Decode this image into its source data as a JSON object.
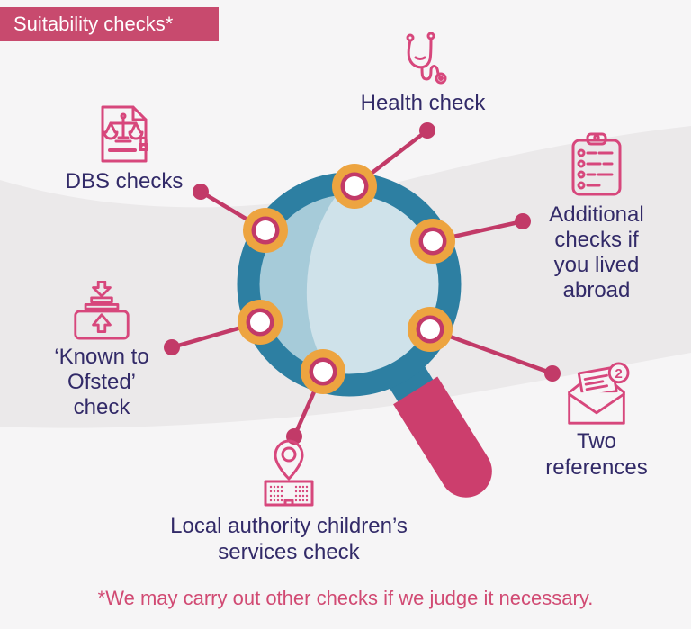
{
  "title": {
    "label": "Suitability checks*"
  },
  "checks": [
    {
      "id": "health",
      "label": "Health check",
      "icon": "stethoscope-icon"
    },
    {
      "id": "dbs",
      "label": "DBS checks",
      "icon": "document-scales-icon"
    },
    {
      "id": "abroad",
      "label": "Additional\nchecks if\nyou lived\nabroad",
      "icon": "clipboard-checklist-icon"
    },
    {
      "id": "ofsted",
      "label": "‘Known to\nOfsted’\ncheck",
      "icon": "inbox-tray-icon"
    },
    {
      "id": "references",
      "label": "Two\nreferences",
      "icon": "envelope-icon",
      "badge": "2"
    },
    {
      "id": "local",
      "label": "Local authority children’s\nservices check",
      "icon": "location-building-icon"
    }
  ],
  "footer": {
    "note": "*We may carry out other checks if we judge it necessary."
  },
  "colors": {
    "banner_pink": "#c84a6e",
    "line_crimson": "#c23a68",
    "icon_pink": "#d7477c",
    "node_orange": "#eda440",
    "magnifier_teal": "#2d7fa2",
    "lens_blue": "#a6cbd9",
    "lens_highlight": "#cfe2ea",
    "grip_pink": "#cc3e6d",
    "text_navy": "#322a68",
    "footer_pink": "#d14a73",
    "background": "#f6f5f6",
    "wave_band": "#ebe9ea"
  }
}
